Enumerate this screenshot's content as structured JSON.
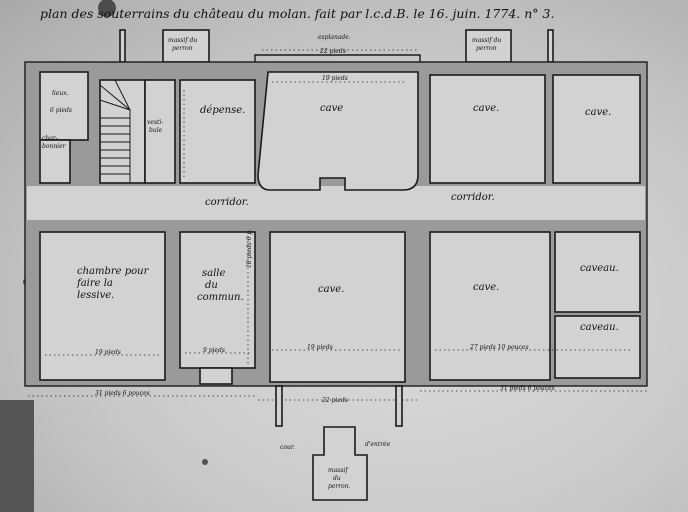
{
  "title": "plan des souterrains du château du molan. fait par l.c.d.B. le 16. juin. 1774. n° 3.",
  "top": {
    "massif_left": [
      "massif du",
      "perron"
    ],
    "massif_right": [
      "massif du",
      "perron"
    ],
    "esplanade": "esplanade.",
    "esplanade_dim": "22 pieds"
  },
  "rooms": {
    "lieux": "lieux.",
    "charbonnier": [
      "char-",
      "bonnier"
    ],
    "vestibule": [
      "vesti-",
      "bule"
    ],
    "depense": "dépense.",
    "cave_top_1": "cave",
    "cave_top_2": "cave.",
    "cave_top_3": "cave.",
    "corridor_left": "corridor.",
    "corridor_right": "corridor.",
    "chambre": [
      "chambre pour",
      "faire la",
      "lessive."
    ],
    "salle": [
      "salle",
      "du",
      "commun."
    ],
    "cave_bottom_1": "cave.",
    "cave_bottom_2": "cave.",
    "caveau_1": "caveau.",
    "caveau_2": "caveau."
  },
  "dimensions": {
    "chambre_width": "19 pieds",
    "salle_width": "9 pieds",
    "cave_width": "19 pieds",
    "cave_right_width": "27 pieds 10 pouces",
    "bottom_left": "31 pieds 6 pouces",
    "bottom_mid": "22 pieds",
    "bottom_right": "31 pieds 6 pouces",
    "cave_top_width": "19 pieds",
    "lieux_dim": "6 pieds",
    "salle_height": "18 pieds 6 p."
  },
  "bottom": {
    "cour": "cour.",
    "entree": "d'entrée",
    "massif": [
      "massif",
      "du",
      "perron."
    ]
  }
}
